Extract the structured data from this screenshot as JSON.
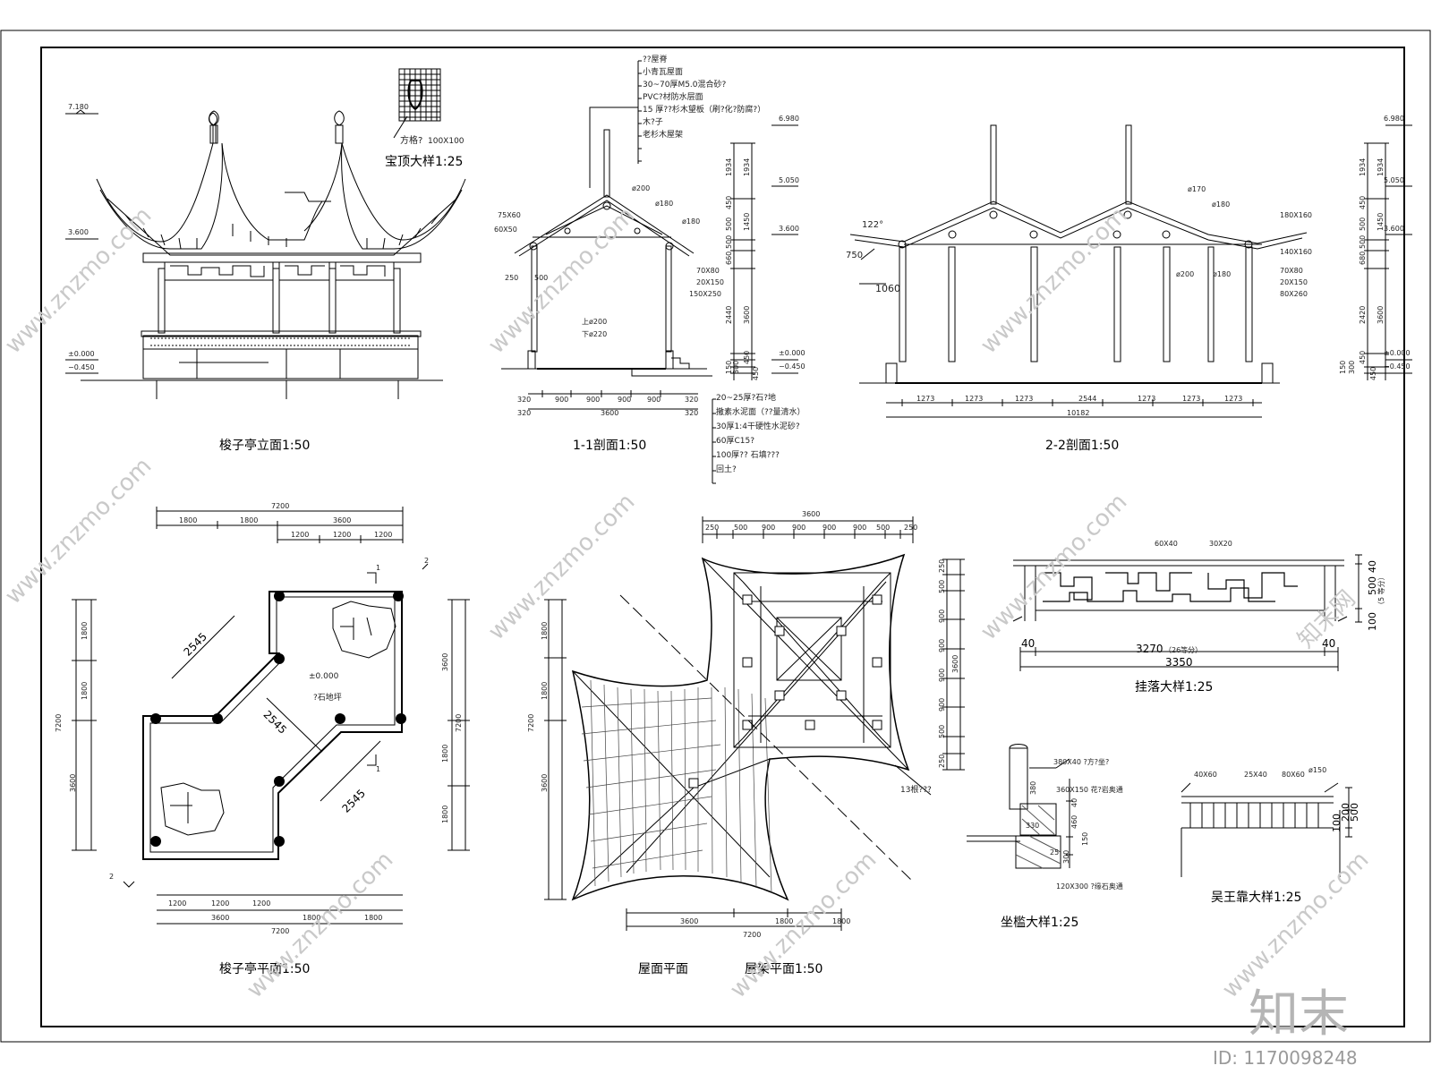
{
  "titles": {
    "elevation": "梭子亭立面1:50",
    "section11": "1-1剖面1:50",
    "section22": "2-2剖面1:50",
    "plan": "梭子亭平面1:50",
    "roof_plan": "屋面平面",
    "roof_frame": "屋架平面1:50",
    "finial": "宝顶大样1:25",
    "hanging": "挂落大样1:25",
    "seat": "坐槛大样1:25",
    "wuwang": "吴王靠大样1:25"
  },
  "finial_notes": {
    "grid": "方格?",
    "size": "100X100"
  },
  "roof_layers": [
    "??屋脊",
    "小青瓦屋面",
    "30~70厚M5.0混合砂?",
    "PVC?材防水层面",
    "15 厚??杉木望板（刷?化?防腐?）",
    "木?子",
    "老杉木屋架"
  ],
  "floor_layers": [
    "20~25厚?石?地",
    "撒素水泥面（??量清水）",
    "30厚1:4干硬性水泥砂?",
    "60厚C15?",
    "100厚?? 石填???",
    "回土?"
  ],
  "elevation_levels": {
    "top": "7.180",
    "eave": "3.600",
    "zero": "±0.000",
    "base": "−0.450"
  },
  "section11": {
    "levels": [
      "6.980",
      "5.050",
      "3.600",
      "±0.000",
      "−0.450"
    ],
    "vdims": [
      "1934",
      "1934",
      "450",
      "500",
      "1450",
      "500",
      "660",
      "2440",
      "3600",
      "150",
      "300",
      "450",
      "450"
    ],
    "labels": [
      "ø200",
      "ø180",
      "ø180",
      "75X60",
      "60X50",
      "250",
      "500",
      "70X80",
      "20X150",
      "150X250",
      "上ø200",
      "下ø220"
    ],
    "hdims": [
      "320",
      "900",
      "900",
      "900",
      "900",
      "320",
      "320",
      "3600",
      "320"
    ]
  },
  "section22": {
    "levels": [
      "6.980",
      "5.050",
      "3.600",
      "±0.000",
      "−0.450"
    ],
    "vdims": [
      "1934",
      "1934",
      "450",
      "500",
      "1450",
      "500",
      "680",
      "2420",
      "3600",
      "150",
      "300",
      "450",
      "450"
    ],
    "labels": [
      "122°",
      "750",
      "1060",
      "ø170",
      "ø180",
      "180X160",
      "140X160",
      "ø200",
      "ø180",
      "70X80",
      "20X150",
      "80X260"
    ],
    "hdims": [
      "1273",
      "1273",
      "1273",
      "2544",
      "1273",
      "1273",
      "1273",
      "10182"
    ]
  },
  "plan": {
    "dims_top": [
      "7200",
      "1800",
      "1800",
      "3600",
      "1200",
      "1200",
      "1200"
    ],
    "dims_bottom": [
      "1200",
      "1200",
      "1200",
      "3600",
      "1800",
      "1800",
      "7200"
    ],
    "dims_left": [
      "1800",
      "1800",
      "7200",
      "3600"
    ],
    "dims_right": [
      "3600",
      "7200",
      "1800",
      "1800"
    ],
    "diag": [
      "2545",
      "2545",
      "2545"
    ],
    "level": "±0.000",
    "floor": "?石地坪",
    "cut1": "1",
    "cut2": "2"
  },
  "roof": {
    "dims_top": [
      "3600",
      "250",
      "500",
      "900",
      "900",
      "900",
      "900",
      "500",
      "250"
    ],
    "dims_bottom": [
      "3600",
      "1800",
      "1800",
      "7200"
    ],
    "dims_left": [
      "1800",
      "1800",
      "7200",
      "3600"
    ],
    "dims_right": [
      "250",
      "500",
      "900",
      "900",
      "3600",
      "900",
      "900",
      "500",
      "250"
    ],
    "note": "13根???"
  },
  "hanging": {
    "a": "60X40",
    "b": "30X20",
    "c": "40",
    "d": "500",
    "e": "100",
    "f": "3270",
    "f_note": "（26等分）",
    "g": "3350",
    "h": "40",
    "i": "40",
    "j": "（5 等分）"
  },
  "seat": {
    "a": "380X40 ?方?坐?",
    "b": "360X150 花?岩奥通",
    "c": "120X300 ?缘石奥通",
    "d": "380",
    "e": "40",
    "f": "460",
    "g": "150",
    "h": "330",
    "i": "300",
    "j": "25"
  },
  "wuwang": {
    "a": "40X60",
    "b": "25X40",
    "c": "80X60",
    "d": "ø150",
    "e": "500",
    "f": "200",
    "g": "100"
  },
  "watermark": {
    "site": "www.znzmo.com",
    "brand": "知末网",
    "logo": "知末",
    "id": "ID: 1170098248"
  }
}
